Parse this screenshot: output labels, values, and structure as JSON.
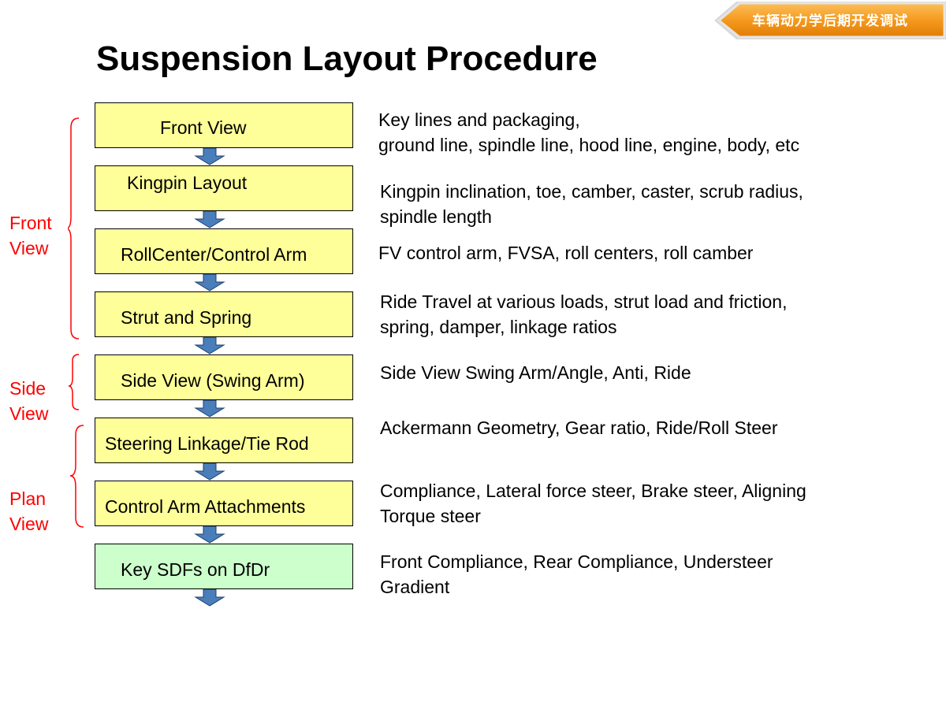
{
  "header": {
    "tag_text": "车辆动力学后期开发调试",
    "tag_color": "#f59a1f"
  },
  "title": "Suspension Layout Procedure",
  "colors": {
    "step_fill": "#ffff99",
    "final_step_fill": "#ccffcc",
    "arrow_fill": "#4a7ebb",
    "group_label": "#ff0000"
  },
  "steps": [
    {
      "label": "Front View"
    },
    {
      "label": "Kingpin Layout"
    },
    {
      "label": "RollCenter/Control Arm"
    },
    {
      "label": "Strut and Spring"
    },
    {
      "label": "Side View (Swing Arm)"
    },
    {
      "label": "Steering Linkage/Tie Rod"
    },
    {
      "label": "Control Arm Attachments"
    },
    {
      "label": "Key SDFs on DfDr"
    }
  ],
  "descriptions": [
    {
      "line1": "Key lines and packaging,",
      "line2": "ground line, spindle line, hood line, engine, body, etc"
    },
    {
      "line1": "Kingpin inclination, toe, camber, caster, scrub radius,",
      "line2": "spindle length"
    },
    {
      "line1": "FV control arm, FVSA, roll centers, roll camber",
      "line2": ""
    },
    {
      "line1": "Ride Travel at various loads, strut load and friction,",
      "line2": "spring, damper, linkage ratios"
    },
    {
      "line1": "Side View Swing Arm/Angle, Anti, Ride",
      "line2": ""
    },
    {
      "line1": "Ackermann Geometry, Gear ratio, Ride/Roll Steer",
      "line2": ""
    },
    {
      "line1": "Compliance, Lateral force steer, Brake steer, Aligning",
      "line2": "Torque steer"
    },
    {
      "line1": "Front Compliance, Rear Compliance, Understeer",
      "line2": "Gradient"
    }
  ],
  "groups": [
    {
      "line1": "Front",
      "line2": "View"
    },
    {
      "line1": "Side",
      "line2": "View"
    },
    {
      "line1": "Plan",
      "line2": "View"
    }
  ]
}
